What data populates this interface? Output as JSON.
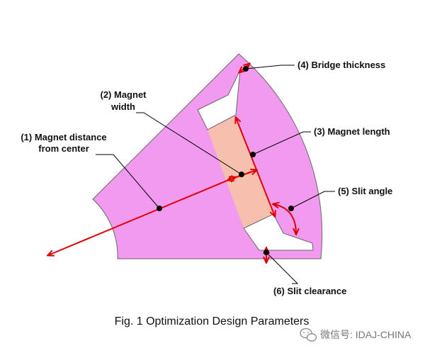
{
  "figure": {
    "caption": "Fig. 1 Optimization Design Parameters",
    "labels": {
      "magnet_distance_line1": "(1) Magnet distance",
      "magnet_distance_line2": "from center",
      "magnet_width_line1": "(2) Magnet",
      "magnet_width_line2": "width",
      "magnet_length": "(3) Magnet length",
      "bridge_thickness": "(4) Bridge thickness",
      "slit_angle": "(5) Slit angle",
      "slit_clearance": "(6) Slit clearance"
    },
    "watermark": "微信号: IDAJ-CHINA",
    "colors": {
      "rotor_core": "#f29af0",
      "magnet": "#f7bfae",
      "slit": "#ffffff",
      "arrow": "#e00000",
      "leader": "#000000",
      "outline": "#666666"
    }
  }
}
